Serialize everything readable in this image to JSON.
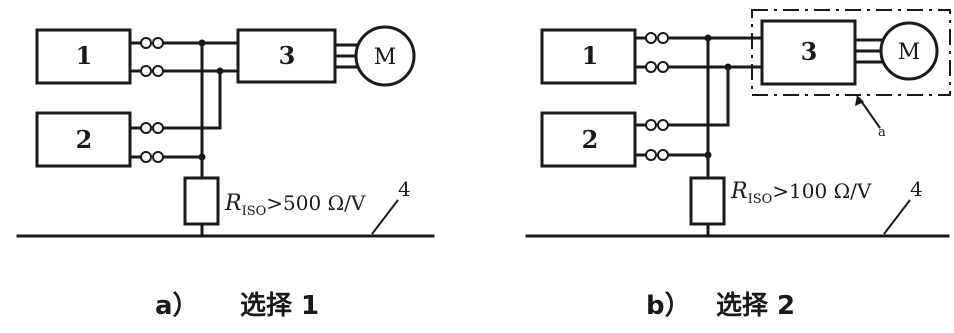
{
  "diagram_a": {
    "box_1": "1",
    "box_2": "2",
    "box_3": "3",
    "motor": "M",
    "resistor_symbol": "R",
    "resistor_subscript": "ISO",
    "resistor_value": ">500  Ω/V",
    "ground_label": "4",
    "caption_letter": "a）",
    "caption_text": "选择 1"
  },
  "diagram_b": {
    "box_1": "1",
    "box_2": "2",
    "box_3": "3",
    "motor": "M",
    "resistor_symbol": "R",
    "resistor_subscript": "ISO",
    "resistor_value": ">100  Ω/V",
    "ground_label": "4",
    "enclosure_label": "a",
    "caption_letter": "b）",
    "caption_text": "选择 2"
  }
}
